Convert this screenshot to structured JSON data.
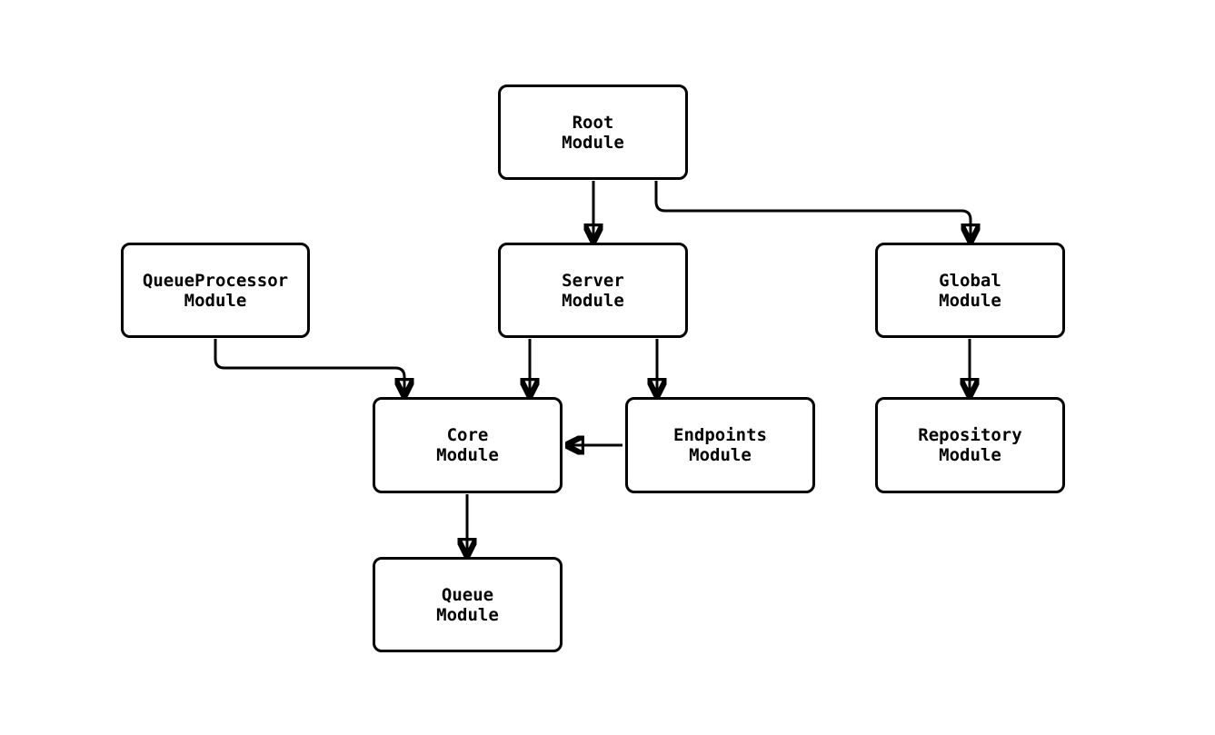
{
  "diagram": {
    "type": "flowchart",
    "nodes": {
      "root": {
        "line1": "Root",
        "line2": "Module"
      },
      "queueprocessor": {
        "line1": "QueueProcessor",
        "line2": "Module"
      },
      "server": {
        "line1": "Server",
        "line2": "Module"
      },
      "global": {
        "line1": "Global",
        "line2": "Module"
      },
      "core": {
        "line1": "Core",
        "line2": "Module"
      },
      "endpoints": {
        "line1": "Endpoints",
        "line2": "Module"
      },
      "repository": {
        "line1": "Repository",
        "line2": "Module"
      },
      "queue": {
        "line1": "Queue",
        "line2": "Module"
      }
    },
    "edges": [
      {
        "from": "Root Module",
        "to": "Server Module"
      },
      {
        "from": "Root Module",
        "to": "Global Module"
      },
      {
        "from": "QueueProcessor Module",
        "to": "Core Module"
      },
      {
        "from": "Server Module",
        "to": "Core Module"
      },
      {
        "from": "Server Module",
        "to": "Endpoints Module"
      },
      {
        "from": "Global Module",
        "to": "Repository Module"
      },
      {
        "from": "Endpoints Module",
        "to": "Core Module"
      },
      {
        "from": "Core Module",
        "to": "Queue Module"
      }
    ],
    "colors": {
      "background": "#ffffff",
      "node_fill": "#ffffff",
      "node_border": "#000000",
      "edge": "#000000",
      "text": "#000000"
    }
  }
}
